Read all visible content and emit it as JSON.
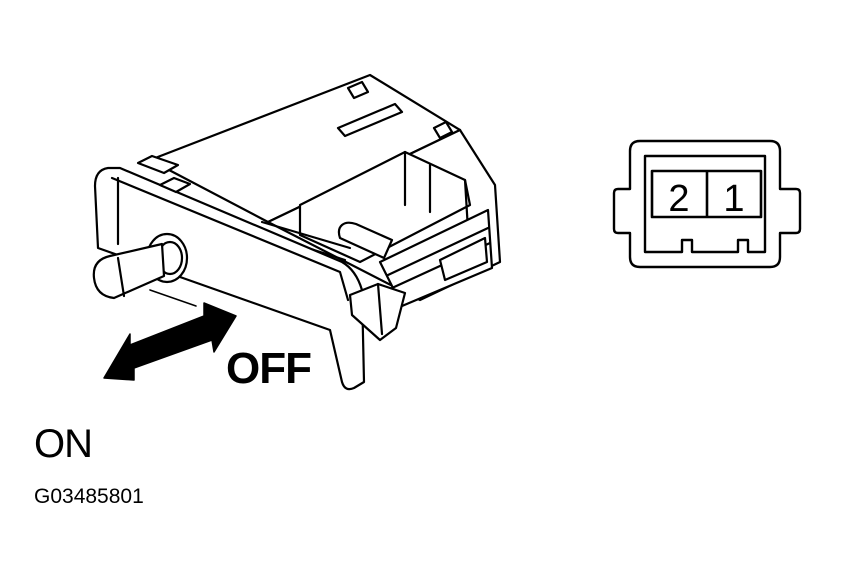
{
  "labels": {
    "off": "OFF",
    "on": "ON",
    "figure_code": "G03485801"
  },
  "connector": {
    "pins": [
      "2",
      "1"
    ]
  },
  "colors": {
    "ink": "#000000",
    "paper": "#ffffff"
  },
  "icons": {
    "direction": "double-headed-arrow-icon"
  }
}
